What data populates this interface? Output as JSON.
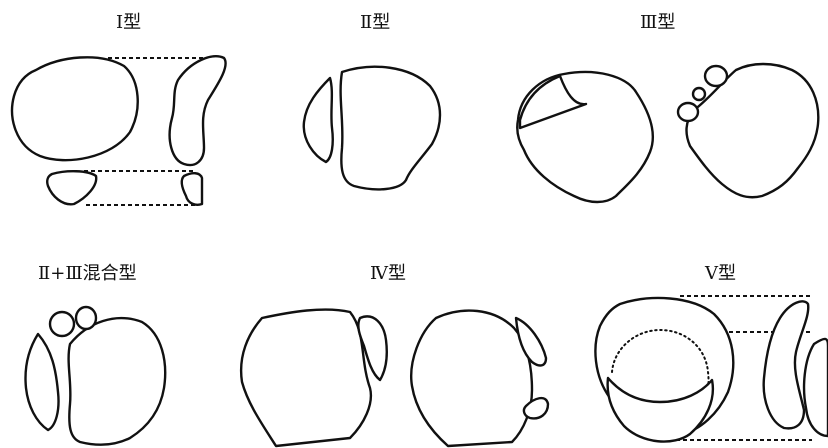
{
  "panels": [
    {
      "id": "type1",
      "label": "I型"
    },
    {
      "id": "type2",
      "label": "Ⅱ型"
    },
    {
      "id": "type3",
      "label": "Ⅲ型"
    },
    {
      "id": "type2-3",
      "label": "Ⅱ+Ⅲ混合型"
    },
    {
      "id": "type4",
      "label": "Ⅳ型"
    },
    {
      "id": "type5",
      "label": "Ⅴ型"
    }
  ],
  "colors": {
    "line": "#111111",
    "background": "#ffffff"
  }
}
